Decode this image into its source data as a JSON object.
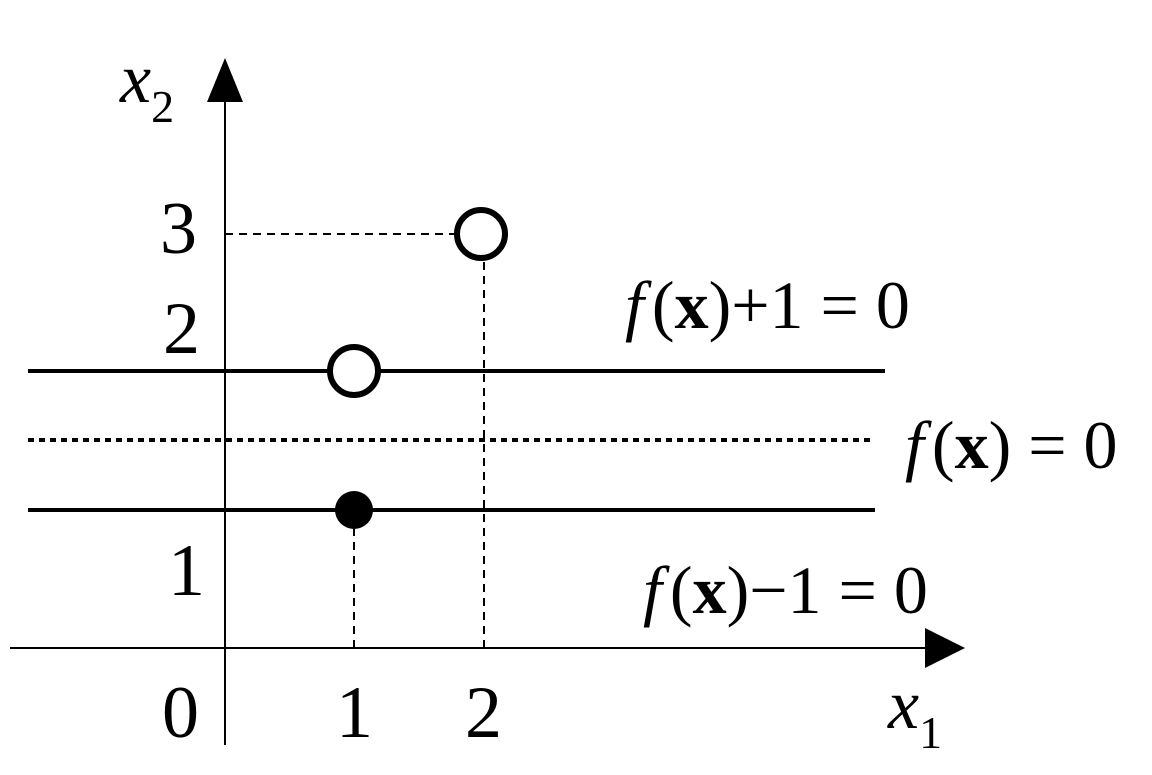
{
  "axes": {
    "x_var": "x",
    "x_sub": "1",
    "y_var": "x",
    "y_sub": "2",
    "x_ticks": [
      "0",
      "1",
      "2"
    ],
    "y_ticks": [
      "1",
      "2",
      "3"
    ]
  },
  "lines": {
    "upper": {
      "f": "f",
      "open": "(",
      "x": "x",
      "rest": ")+1 = 0"
    },
    "middle": {
      "f": "f",
      "open": "(",
      "x": "x",
      "rest": ") = 0"
    },
    "lower": {
      "f": "f",
      "open": "(",
      "x": "x",
      "rest": ")−1 = 0"
    }
  },
  "points": [
    {
      "name": "open-point-1-2",
      "x": 1,
      "y": 2,
      "style": "hollow"
    },
    {
      "name": "open-point-2-3",
      "x": 2,
      "y": 3,
      "style": "hollow"
    },
    {
      "name": "filled-point-1-1",
      "x": 1,
      "y": 1,
      "style": "filled"
    }
  ],
  "colors": {
    "ink": "#000000",
    "background": "#ffffff"
  }
}
